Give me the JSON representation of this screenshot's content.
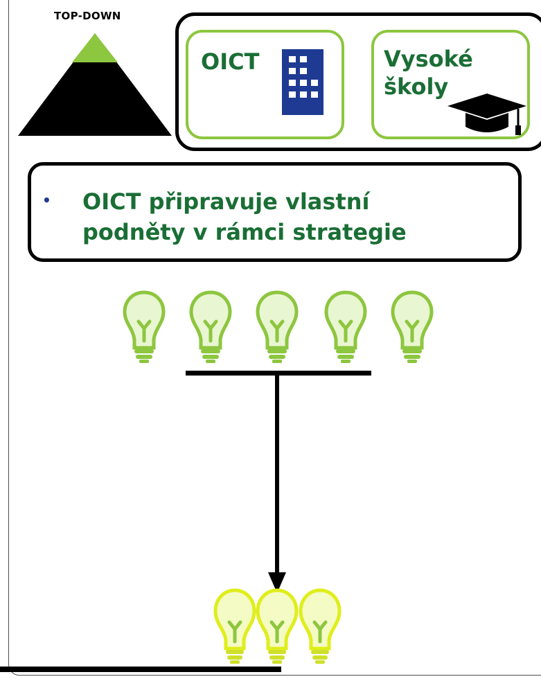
{
  "pyramid": {
    "label": "TOP-DOWN"
  },
  "entities": [
    {
      "name": "OICT",
      "icon": "building-icon"
    },
    {
      "name": "Vysoké\nškoly",
      "icon": "graduation-cap-icon"
    }
  ],
  "note": {
    "bullet": "•",
    "text": "OICT připravuje vlastní\npodněty v rámci strategie"
  },
  "colors": {
    "green_text": "#1a6e35",
    "green_border": "#8dc63f",
    "bulb_top_fill": "#e9f6d2",
    "bulb_top_outline": "#8dc63f",
    "bulb_bottom_fill": "#f4fbc4",
    "bulb_bottom_outline": "#dfee1c",
    "building_blue": "#1f3a93"
  }
}
